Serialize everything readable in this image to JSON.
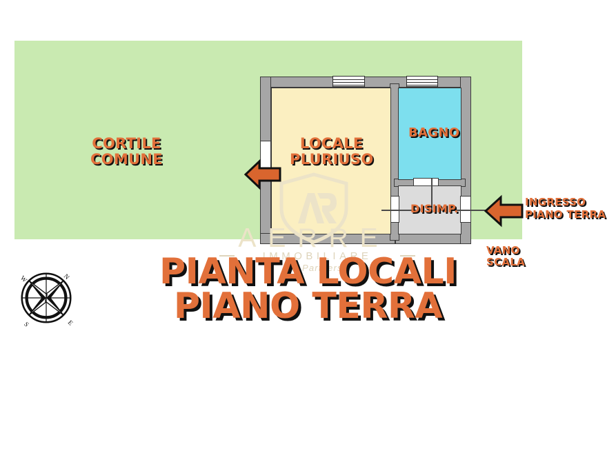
{
  "plan": {
    "title": "PIANTA LOCALI\nPIANO TERRA",
    "colors": {
      "courtyard": "#c9eab1",
      "locale_pluriuso": "#fbefc1",
      "bagno": "#7ddfee",
      "disimpegno": "#dcdcdc",
      "wall": "#a6a6a6",
      "wall_outline": "#3a3a3a",
      "label_orange": "#e2703a",
      "label_shadow": "#111111",
      "watermark": "#ece3c8"
    },
    "areas": [
      {
        "key": "cortile",
        "label": "CORTILE\nCOMUNE",
        "fill": "#c9eab1"
      },
      {
        "key": "locale",
        "label": "LOCALE\nPLURIUSO",
        "fill": "#fbefc1"
      },
      {
        "key": "bagno",
        "label": "BAGNO",
        "fill": "#7ddfee"
      },
      {
        "key": "disimp",
        "label": "DISIMP.",
        "fill": "#dcdcdc"
      }
    ],
    "annotations": [
      {
        "key": "ingresso",
        "label": "INGRESSO\nPIANO TERRA",
        "arrow": "arrow-left-icon"
      },
      {
        "key": "vano",
        "label": "VANO\nSCALA",
        "arrow": "none"
      }
    ],
    "arrows": [
      {
        "key": "arrow-courtyard-door",
        "direction": "left",
        "color": "#d9652e"
      },
      {
        "key": "arrow-entrance",
        "direction": "left",
        "color": "#d9652e"
      }
    ]
  },
  "compass": {
    "name": "compass-rose",
    "north": "N",
    "east": "E",
    "south": "S",
    "west": "W"
  },
  "watermark": {
    "brand": "AERRE",
    "line2": "IMMOBILIARE",
    "line3": "& Partners",
    "logo": "ar-shield-icon"
  }
}
